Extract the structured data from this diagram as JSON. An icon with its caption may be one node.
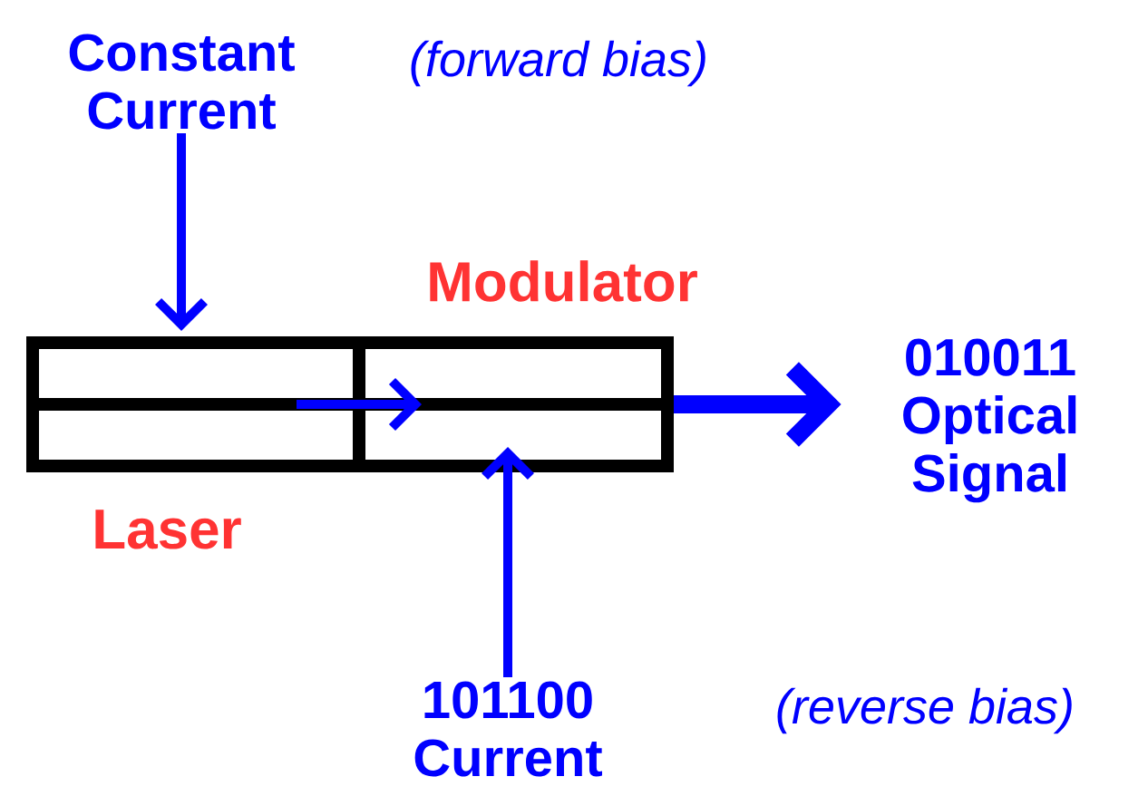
{
  "diagram": {
    "nodes": [
      {
        "text": [
          "Laser"
        ]
      },
      {
        "text": [
          "Modulator"
        ]
      },
      {
        "text": [
          "Constant Current"
        ],
        "beside": [
          "(forward bias)"
        ]
      },
      {
        "text": [
          "101100 Current"
        ],
        "beside": [
          "(reverse bias)"
        ]
      },
      {
        "text": [
          "010011 Optical Signal"
        ]
      }
    ],
    "edges": [
      {
        "from": 2,
        "to": 0,
        "arrow": "to"
      },
      {
        "from": 0,
        "to": 1,
        "arrow": "to"
      },
      {
        "from": 3,
        "to": 1,
        "arrow": "to"
      },
      {
        "from": 1,
        "to": 4,
        "arrow": "to",
        "style": "thick"
      }
    ]
  }
}
